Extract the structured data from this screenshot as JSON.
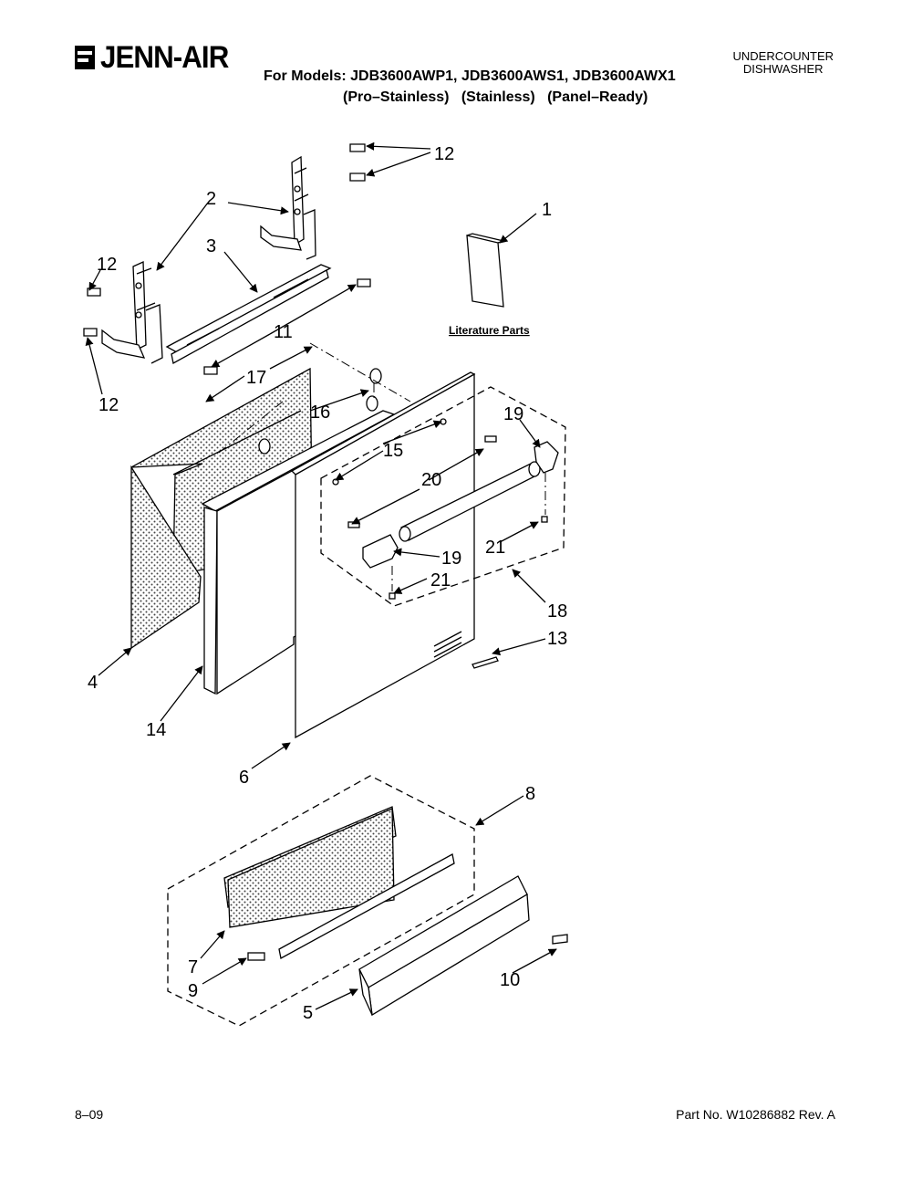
{
  "header": {
    "brand": "JENN-AIR",
    "models_line": "For Models: JDB3600AWP1, JDB3600AWS1, JDB3600AWX1",
    "variants_line": "(Pro–Stainless)   (Stainless)   (Panel–Ready)",
    "category_line1": "UNDERCOUNTER",
    "category_line2": "DISHWASHER"
  },
  "diagram": {
    "literature_label": "Literature Parts",
    "callouts": {
      "c12a": "12",
      "c2": "2",
      "c1": "1",
      "c3": "3",
      "c12b": "12",
      "c12c": "12",
      "c11": "11",
      "c17": "17",
      "c16": "16",
      "c15": "15",
      "c19a": "19",
      "c20": "20",
      "c19b": "19",
      "c21a": "21",
      "c21b": "21",
      "c18": "18",
      "c13": "13",
      "c4": "4",
      "c14": "14",
      "c6": "6",
      "c8": "8",
      "c7": "7",
      "c9": "9",
      "c10": "10",
      "c5": "5"
    }
  },
  "footer": {
    "date": "8–09",
    "part_number": "Part No. W10286882 Rev. A"
  }
}
